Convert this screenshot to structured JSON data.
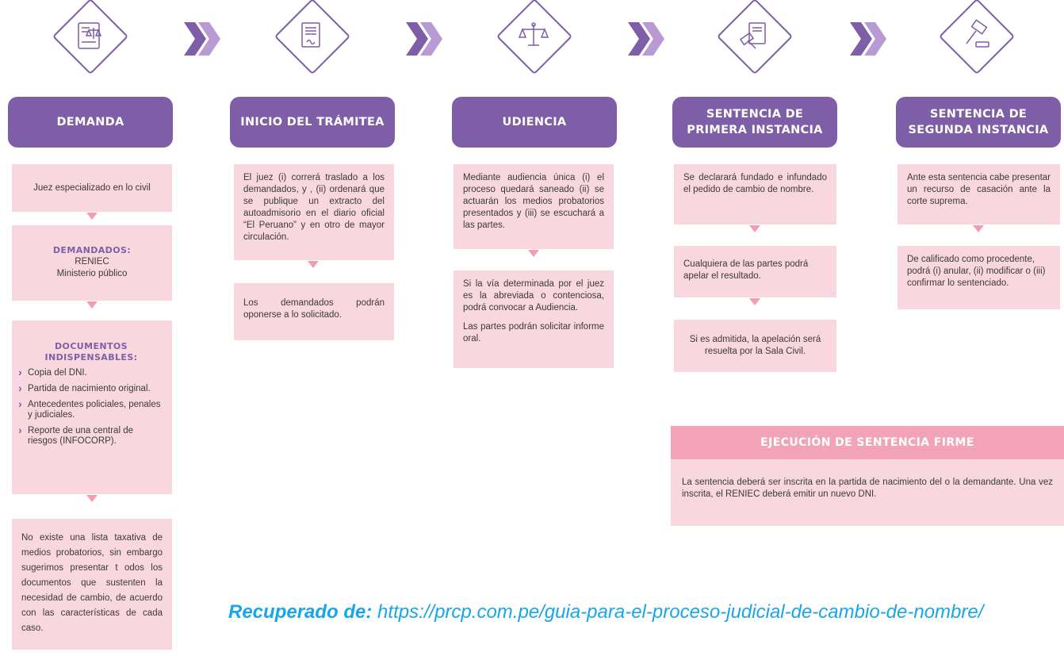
{
  "stages": [
    {
      "title": "DEMANDA",
      "icon": "scroll-scales-icon"
    },
    {
      "title": "INICIO DEL TRÁMITEA",
      "icon": "signed-document-icon"
    },
    {
      "title": "UDIENCIA",
      "icon": "scales-of-justice-icon"
    },
    {
      "title": "SENTENCIA DE\nPRIMERA INSTANCIA",
      "icon": "hammer-document-icon"
    },
    {
      "title": "SENTENCIA DE\nSEGUNDA INSTANCIA",
      "icon": "gavel-icon"
    }
  ],
  "demanda": {
    "juez": "Juez especializado en lo civil",
    "demandados_title": "DEMANDADOS:",
    "demandados_lines": [
      "RENIEC",
      "Ministerio  público"
    ],
    "docs_title": "DOCUMENTOS INDISPENSABLES:",
    "docs": [
      "Copia del DNI.",
      "Partida de nacimiento original.",
      "Antecedentes policiales, penales y judiciales.",
      "Reporte de una central de riesgos (INFOCORP)."
    ],
    "nota": "No existe una lista taxativa de medios probatorios, sin embargo sugerimos presentar t odos los documentos que sustenten la necesidad de cambio, de acuerdo con las características de cada caso."
  },
  "inicio": {
    "box1": "El juez (i) correrá traslado a los demandados, y , (ii) ordenará que se publique un extracto del autoadmisorio en el diario oficial “El Peruano” y en otro de mayor circulación.",
    "box2": "Los demandados podrán oponerse a lo solicitado."
  },
  "audiencia": {
    "box1": "Mediante audiencia única (i) el proceso quedará saneado (ii) se actuarán los medios probatorios presentados y (iii) se escuchará a las partes.",
    "box2_p1": "Si la vía determinada por el juez es la abreviada o contenciosa, podrá convocar a Audiencia.",
    "box2_p2": "Las partes podrán solicitar informe oral."
  },
  "primera": {
    "box1": "Se declarará fundado e infundado el pedido de cambio de nombre.",
    "box2": "Cualquiera de las partes podrá apelar el resultado.",
    "box3": "Si es admitida, la apelación será resuelta por la Sala Civil."
  },
  "segunda": {
    "box1": "Ante esta sentencia cabe presentar un recurso de casación ante la corte suprema.",
    "box2": "De calificado como procedente, podrá (i) anular, (ii) modificar o (iii) confirmar lo sentenciado."
  },
  "ejecucion": {
    "title": "EJECUCIÓN DE SENTENCIA FIRME",
    "text": "La sentencia deberá ser inscrita en la partida de nacimiento del o la demandante. Una vez inscrita, el RENIEC deberá emitir un nuevo DNI."
  },
  "source": {
    "label": "Recuperado de:",
    "url": "https://prcp.com.pe/guia-para-el-proceso-judicial-de-cambio-de-nombre/"
  },
  "colors": {
    "purple": "#7e5ea6",
    "pink_box": "#f9d7df",
    "pink_arrow": "#f49cb1",
    "source": "#18a6e8"
  }
}
